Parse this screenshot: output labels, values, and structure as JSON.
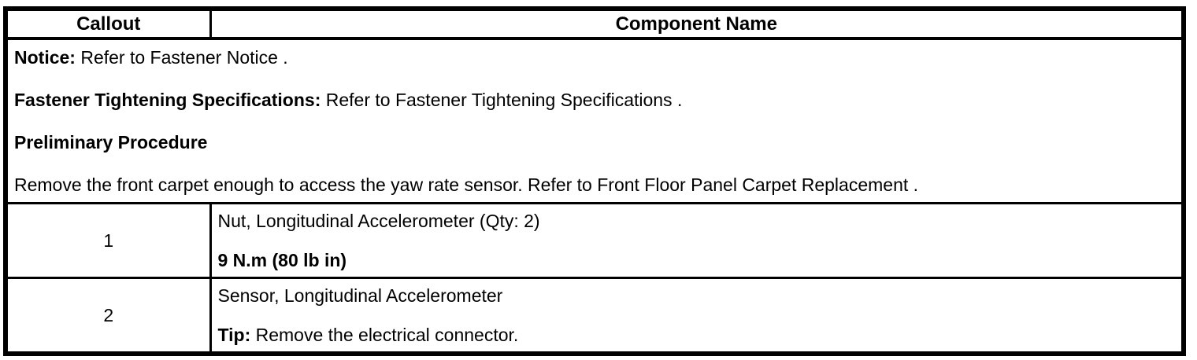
{
  "header": {
    "callout": "Callout",
    "component": "Component Name"
  },
  "notice": {
    "notice_label": "Notice:",
    "notice_text": "Refer to Fastener Notice .",
    "fastener_label": "Fastener Tightening Specifications:",
    "fastener_text": "Refer to Fastener Tightening Specifications .",
    "preliminary_heading": "Preliminary Procedure",
    "procedure_text": "Remove the front carpet enough to access the yaw rate sensor. Refer to Front Floor Panel Carpet Replacement ."
  },
  "rows": [
    {
      "callout": "1",
      "component": "Nut, Longitudinal Accelerometer (Qty: 2)",
      "torque": "9 N.m (80 lb in)"
    },
    {
      "callout": "2",
      "component": "Sensor, Longitudinal Accelerometer",
      "tip_label": "Tip:",
      "tip_text": "Remove the electrical connector."
    }
  ]
}
